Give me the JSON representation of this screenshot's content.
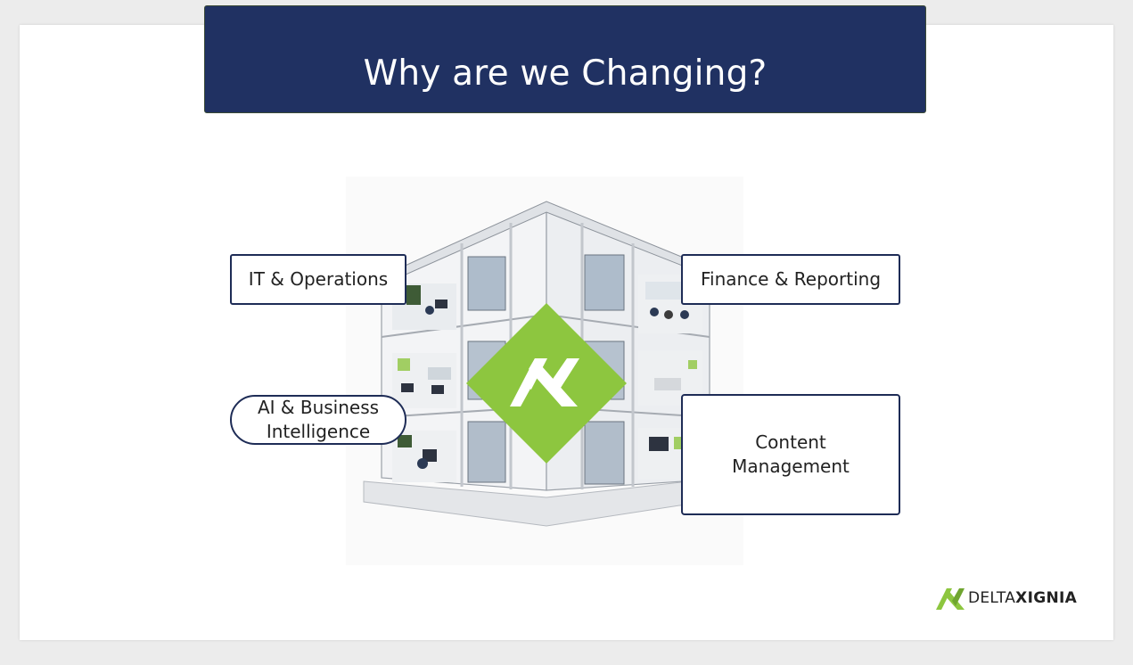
{
  "slide": {
    "title": "Why are we Changing?",
    "labels": {
      "it_operations": "IT & Operations",
      "finance_reporting": "Finance & Reporting",
      "ai_bi": "AI & Business Intelligence",
      "content_management": "Content Management"
    },
    "logo": {
      "part1": "DELTA",
      "part2": "XIGNIA"
    }
  },
  "colors": {
    "banner": "#203162",
    "accent_green": "#8dc63f",
    "box_border": "#1e2c56"
  },
  "icons": [
    "deltaxignia-diamond-icon",
    "deltaxignia-logo-icon"
  ]
}
